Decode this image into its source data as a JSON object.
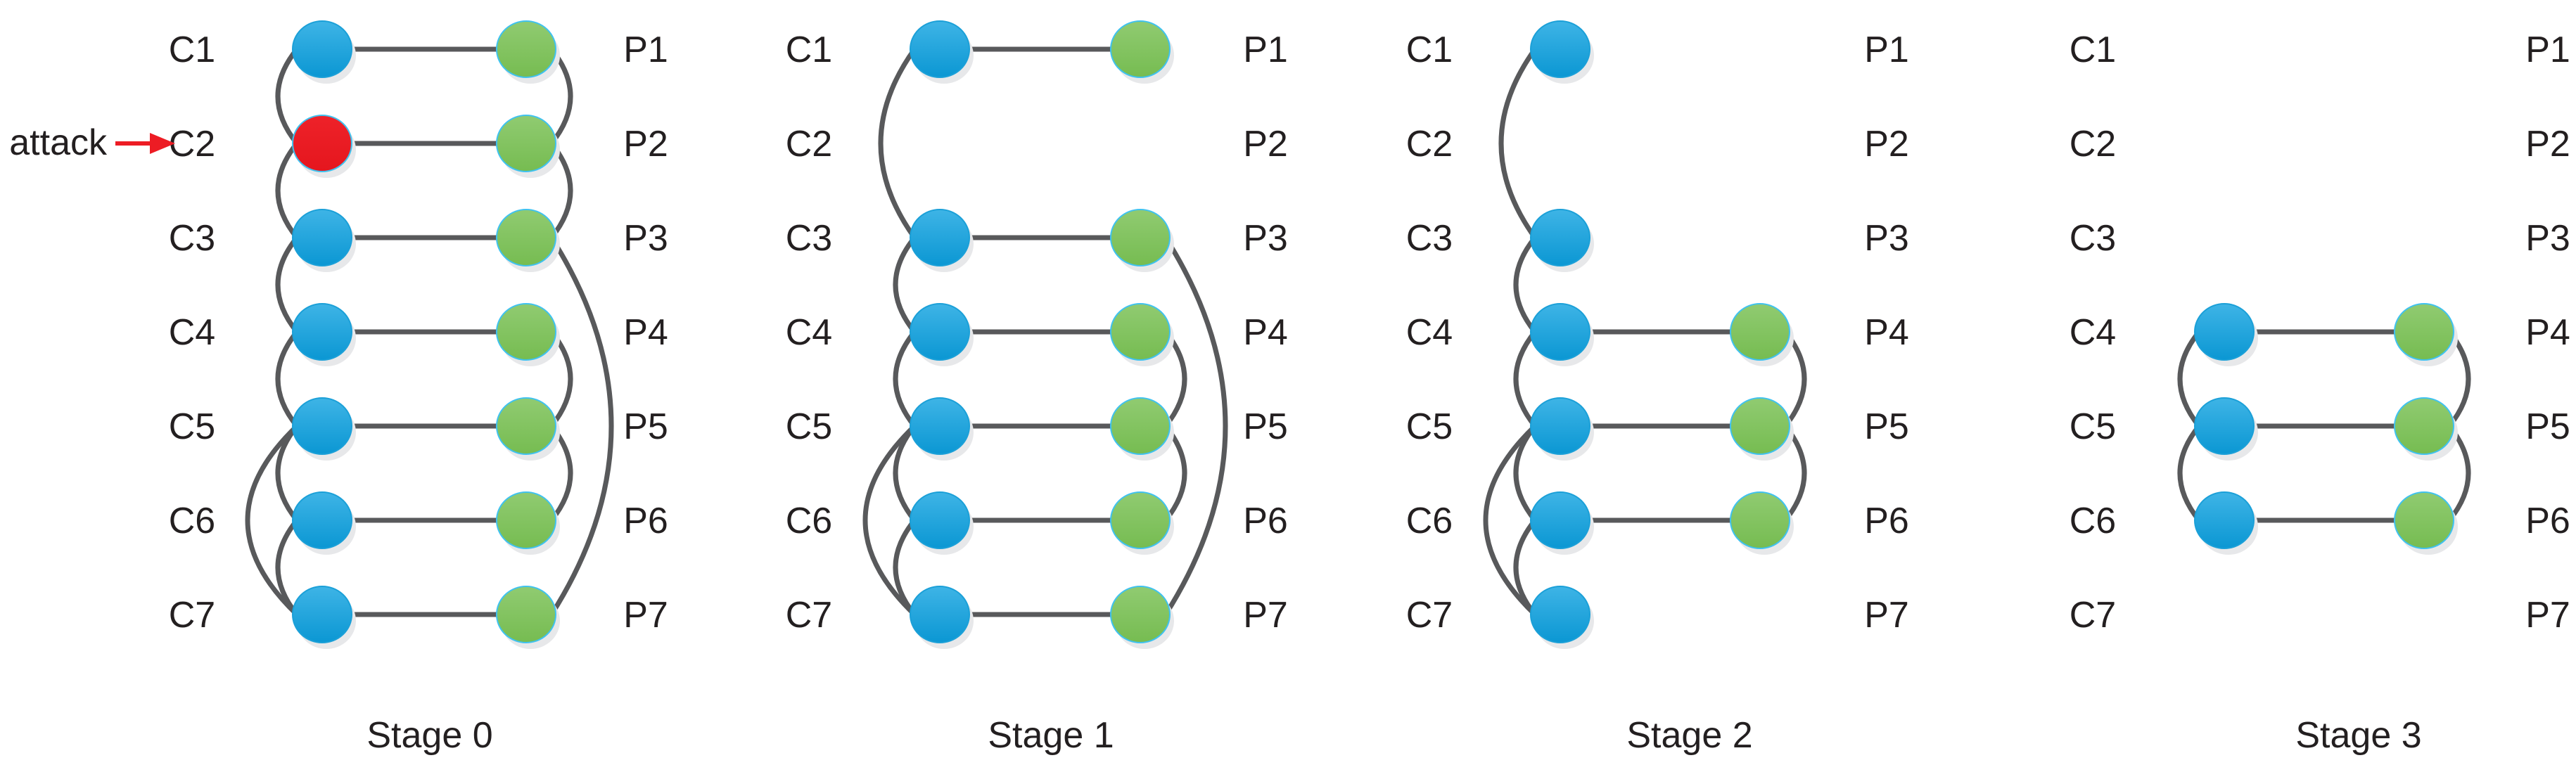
{
  "figure": {
    "attack": {
      "label": "attack",
      "target_row_label": "C2",
      "stage_index": 0
    },
    "row_labels_left": [
      "C1",
      "C2",
      "C3",
      "C4",
      "C5",
      "C6",
      "C7"
    ],
    "row_labels_right": [
      "P1",
      "P2",
      "P3",
      "P4",
      "P5",
      "P6",
      "P7"
    ],
    "colors": {
      "commit_node_blue_light": "#3eb4e6",
      "commit_node_blue_dark": "#0b97d3",
      "pay_node_green_light": "#90cb71",
      "pay_node_green_dark": "#76bc51",
      "attacked_node_red_light": "#ee2229",
      "attacked_node_red_dark": "#e5161e",
      "node_outline_cyan": "#3fc2ef",
      "node_outline_blue": "#1ba0d8",
      "edge_gray": "#58595b",
      "shadow_gray": "#e7e8ea",
      "text_black": "#231f20",
      "arrow_red": "#ed1c24"
    },
    "stages": [
      {
        "caption": "Stage 0",
        "c_nodes": [
          {
            "row": 1,
            "color": "blue"
          },
          {
            "row": 2,
            "color": "red"
          },
          {
            "row": 3,
            "color": "blue"
          },
          {
            "row": 4,
            "color": "blue"
          },
          {
            "row": 5,
            "color": "blue"
          },
          {
            "row": 6,
            "color": "blue"
          },
          {
            "row": 7,
            "color": "blue"
          }
        ],
        "p_nodes": [
          {
            "row": 1,
            "color": "green"
          },
          {
            "row": 2,
            "color": "green"
          },
          {
            "row": 3,
            "color": "green"
          },
          {
            "row": 4,
            "color": "green"
          },
          {
            "row": 5,
            "color": "green"
          },
          {
            "row": 6,
            "color": "green"
          },
          {
            "row": 7,
            "color": "green"
          }
        ],
        "pair_edges": [
          1,
          2,
          3,
          4,
          5,
          6,
          7
        ],
        "left_arcs": [
          [
            1,
            2
          ],
          [
            2,
            3
          ],
          [
            3,
            4
          ],
          [
            4,
            5
          ],
          [
            5,
            6
          ],
          [
            6,
            7
          ],
          [
            5,
            7
          ]
        ],
        "right_arcs": [
          [
            1,
            2
          ],
          [
            2,
            3
          ],
          [
            4,
            5
          ],
          [
            5,
            6
          ],
          [
            3,
            7
          ]
        ]
      },
      {
        "caption": "Stage 1",
        "c_nodes": [
          {
            "row": 1,
            "color": "blue"
          },
          {
            "row": 3,
            "color": "blue"
          },
          {
            "row": 4,
            "color": "blue"
          },
          {
            "row": 5,
            "color": "blue"
          },
          {
            "row": 6,
            "color": "blue"
          },
          {
            "row": 7,
            "color": "blue"
          }
        ],
        "p_nodes": [
          {
            "row": 1,
            "color": "green"
          },
          {
            "row": 3,
            "color": "green"
          },
          {
            "row": 4,
            "color": "green"
          },
          {
            "row": 5,
            "color": "green"
          },
          {
            "row": 6,
            "color": "green"
          },
          {
            "row": 7,
            "color": "green"
          }
        ],
        "pair_edges": [
          1,
          3,
          4,
          5,
          6,
          7
        ],
        "left_arcs": [
          [
            1,
            3
          ],
          [
            3,
            4
          ],
          [
            4,
            5
          ],
          [
            5,
            6
          ],
          [
            6,
            7
          ],
          [
            5,
            7
          ]
        ],
        "right_arcs": [
          [
            4,
            5
          ],
          [
            5,
            6
          ],
          [
            3,
            7
          ]
        ]
      },
      {
        "caption": "Stage 2",
        "c_nodes": [
          {
            "row": 1,
            "color": "blue"
          },
          {
            "row": 3,
            "color": "blue"
          },
          {
            "row": 4,
            "color": "blue"
          },
          {
            "row": 5,
            "color": "blue"
          },
          {
            "row": 6,
            "color": "blue"
          },
          {
            "row": 7,
            "color": "blue"
          }
        ],
        "p_nodes": [
          {
            "row": 4,
            "color": "green"
          },
          {
            "row": 5,
            "color": "green"
          },
          {
            "row": 6,
            "color": "green"
          }
        ],
        "pair_edges": [
          4,
          5,
          6
        ],
        "left_arcs": [
          [
            1,
            3
          ],
          [
            3,
            4
          ],
          [
            4,
            5
          ],
          [
            5,
            6
          ],
          [
            6,
            7
          ],
          [
            5,
            7
          ]
        ],
        "right_arcs": [
          [
            4,
            5
          ],
          [
            5,
            6
          ]
        ]
      },
      {
        "caption": "Stage 3",
        "c_nodes": [
          {
            "row": 4,
            "color": "blue"
          },
          {
            "row": 5,
            "color": "blue"
          },
          {
            "row": 6,
            "color": "blue"
          }
        ],
        "p_nodes": [
          {
            "row": 4,
            "color": "green"
          },
          {
            "row": 5,
            "color": "green"
          },
          {
            "row": 6,
            "color": "green"
          }
        ],
        "pair_edges": [
          4,
          5,
          6
        ],
        "left_arcs": [
          [
            4,
            5
          ],
          [
            5,
            6
          ]
        ],
        "right_arcs": [
          [
            4,
            5
          ],
          [
            5,
            6
          ]
        ]
      }
    ]
  }
}
